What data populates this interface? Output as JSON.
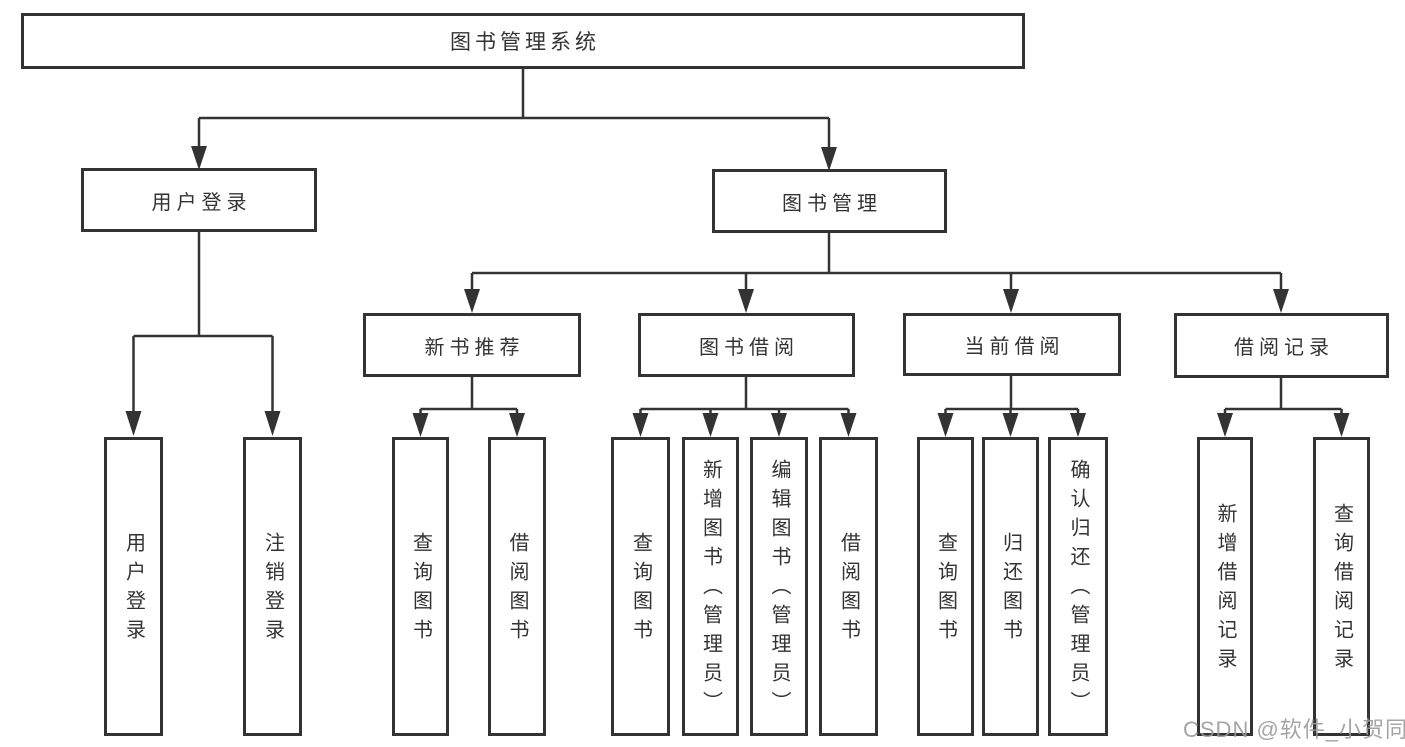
{
  "tree": {
    "root": {
      "label": "图书管理系统",
      "children": [
        {
          "label": "用户登录",
          "children": [
            {
              "label": "用户登录"
            },
            {
              "label": "注销登录"
            }
          ]
        },
        {
          "label": "图书管理",
          "children": [
            {
              "label": "新书推荐",
              "children": [
                {
                  "label": "查询图书"
                },
                {
                  "label": "借阅图书"
                }
              ]
            },
            {
              "label": "图书借阅",
              "children": [
                {
                  "label": "查询图书"
                },
                {
                  "label": "新增图书（管理员）"
                },
                {
                  "label": "编辑图书（管理员）"
                },
                {
                  "label": "借阅图书"
                }
              ]
            },
            {
              "label": "当前借阅",
              "children": [
                {
                  "label": "查询图书"
                },
                {
                  "label": "归还图书"
                },
                {
                  "label": "确认归还（管理员）"
                }
              ]
            },
            {
              "label": "借阅记录",
              "children": [
                {
                  "label": "新增借阅记录"
                },
                {
                  "label": "查询借阅记录"
                }
              ]
            }
          ]
        }
      ]
    }
  },
  "watermark": {
    "text": "CSDN @软件_小贺同学"
  },
  "colors": {
    "line": "#333333",
    "box_border": "#333333",
    "text": "#333333",
    "background": "#ffffff",
    "watermark_text": "#999999"
  }
}
